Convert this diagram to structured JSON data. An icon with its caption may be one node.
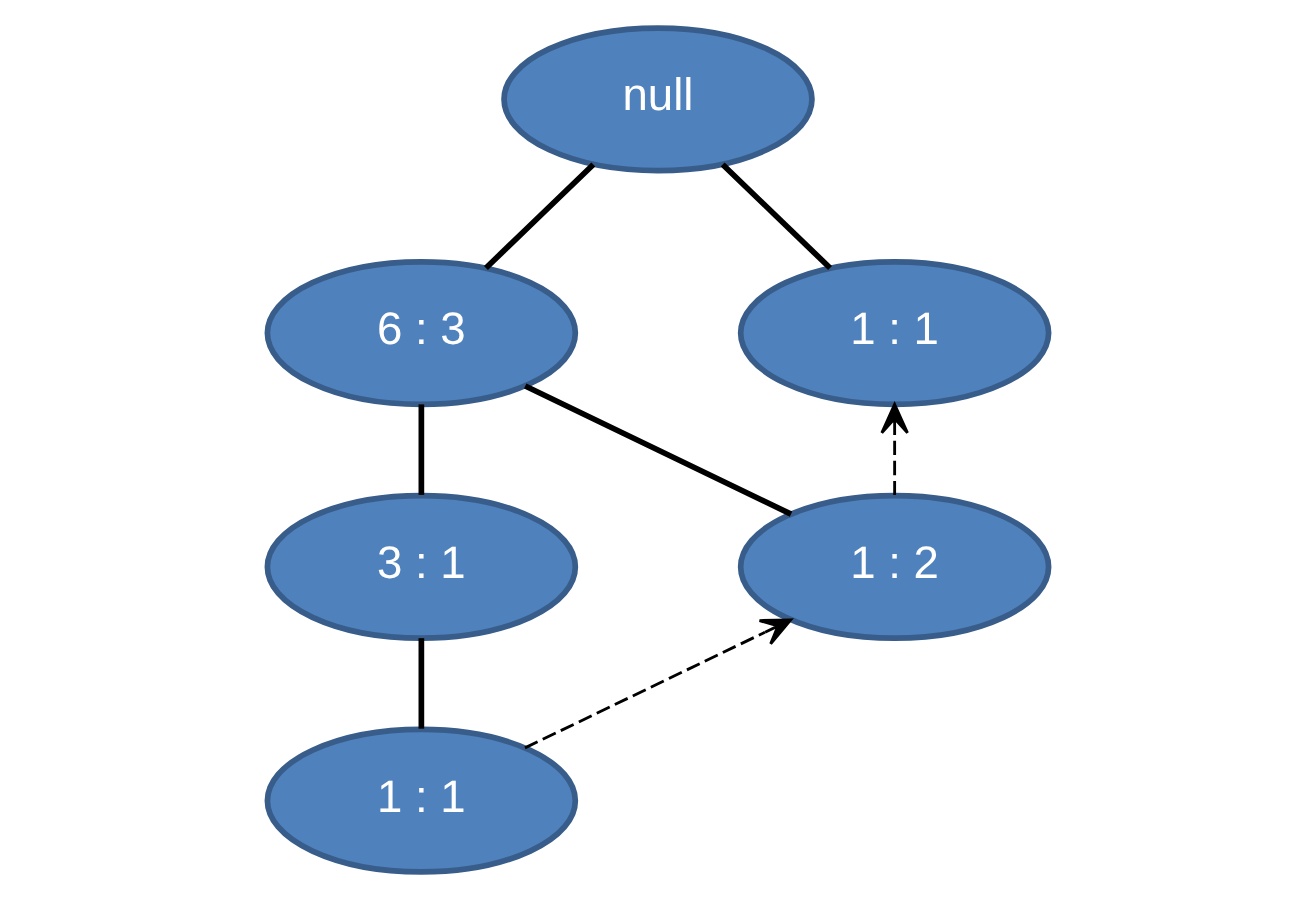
{
  "diagram": {
    "nodes": [
      {
        "text": [
          "null"
        ]
      },
      {
        "text": [
          "6 : 3"
        ]
      },
      {
        "text": [
          "1 : 1"
        ]
      },
      {
        "text": [
          "3 : 1"
        ]
      },
      {
        "text": [
          "1 : 2"
        ]
      },
      {
        "text": [
          "1 : 1"
        ]
      }
    ],
    "edges": [
      {
        "from": 0,
        "to": 1,
        "arrow": "none"
      },
      {
        "from": 0,
        "to": 2,
        "arrow": "none"
      },
      {
        "from": 1,
        "to": 3,
        "arrow": "none"
      },
      {
        "from": 1,
        "to": 4,
        "arrow": "none"
      },
      {
        "from": 3,
        "to": 5,
        "arrow": "none"
      },
      {
        "from": 5,
        "to": 4,
        "arrow": "to",
        "style": "dashed"
      },
      {
        "from": 4,
        "to": 2,
        "arrow": "to",
        "style": "dashed"
      }
    ]
  }
}
